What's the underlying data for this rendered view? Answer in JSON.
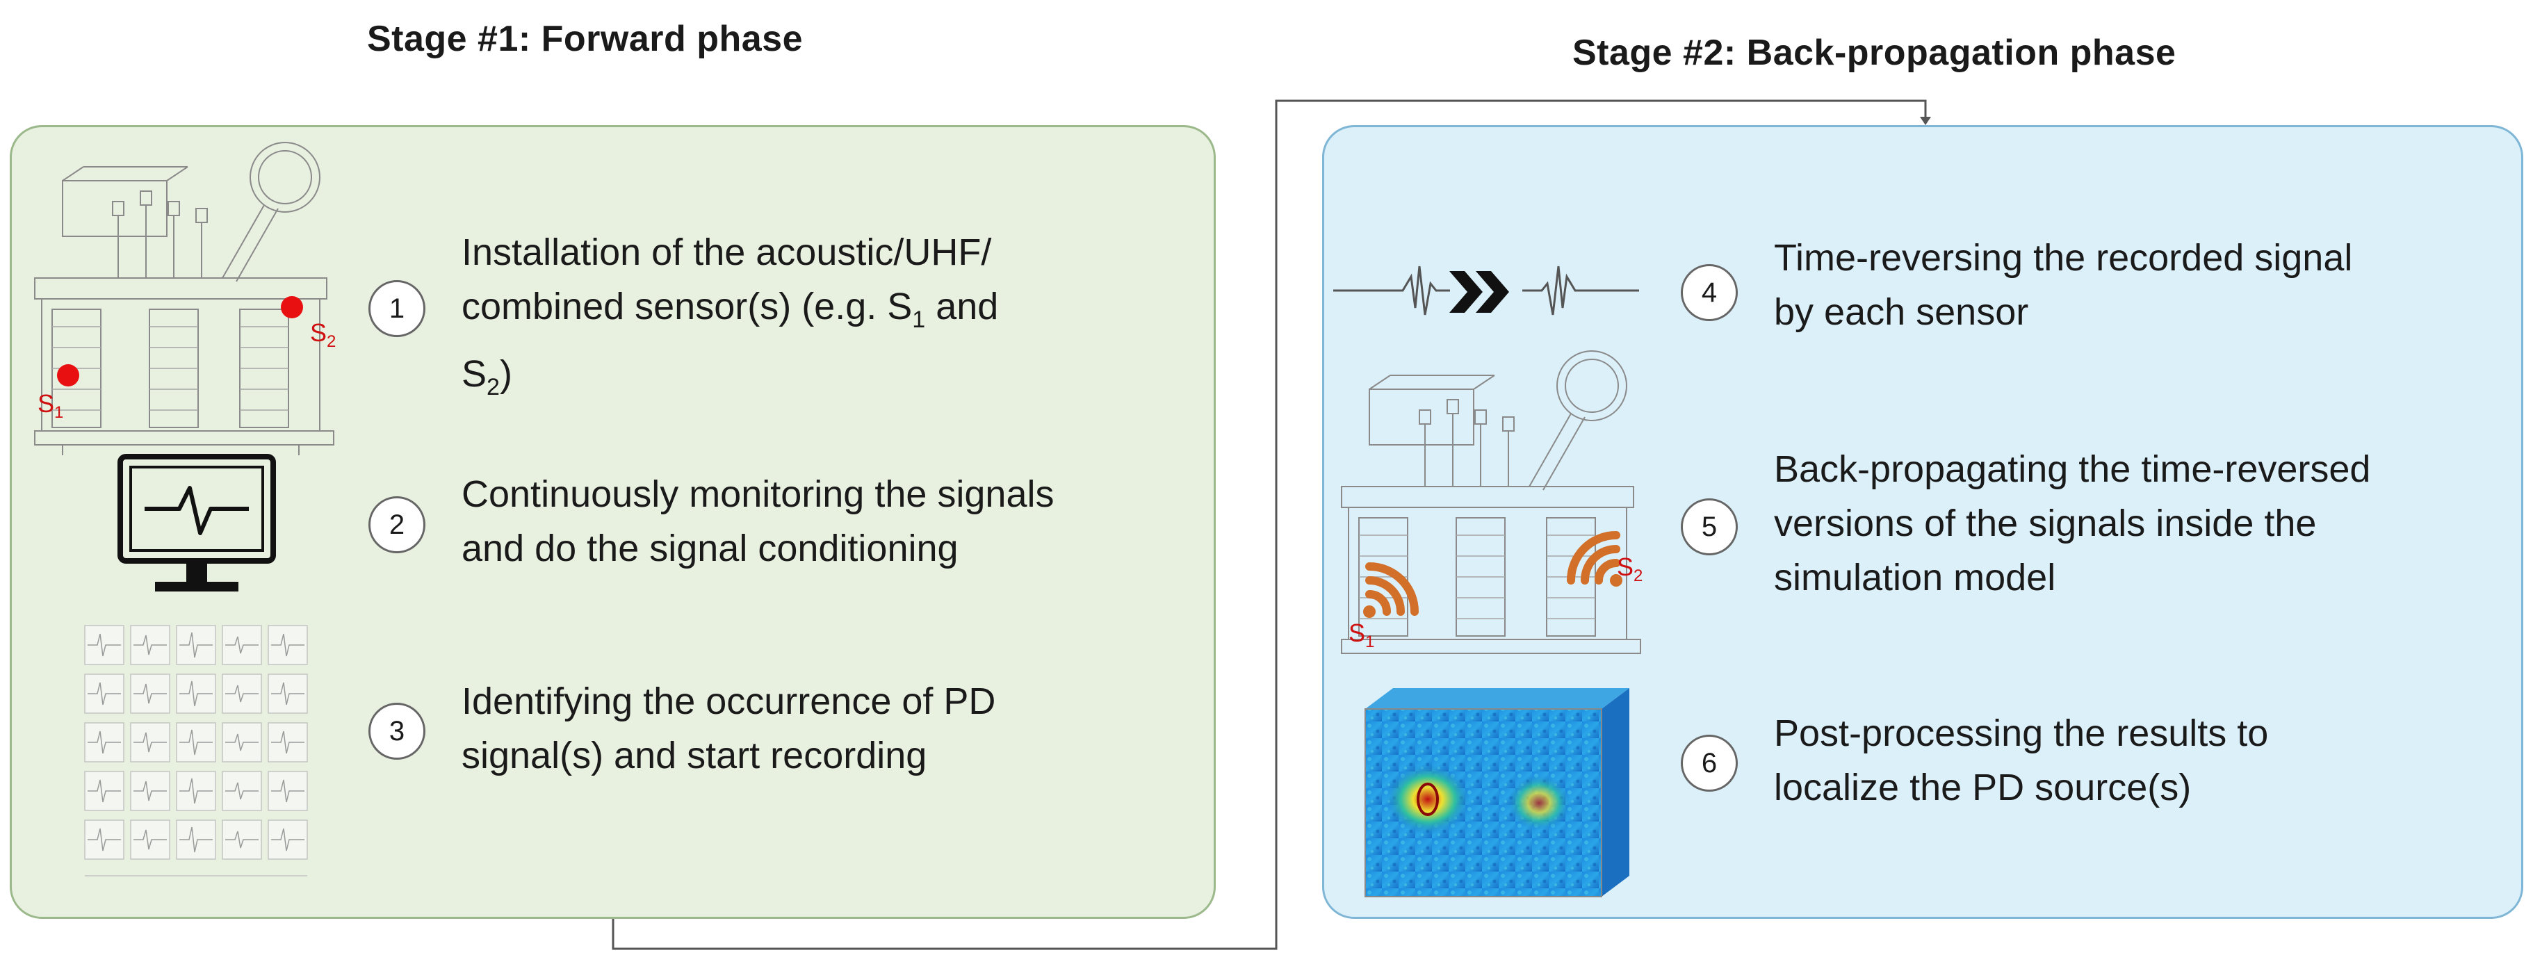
{
  "stage1": {
    "title": "Stage #1: Forward phase",
    "steps": [
      {
        "num": "1",
        "text_a": "Installation of the acoustic/UHF/",
        "text_b": "combined sensor(s) (e.g. S",
        "sub1": "1",
        "text_c": " and",
        "text_d": "S",
        "sub2": "2",
        "text_e": ")"
      },
      {
        "num": "2",
        "line1": "Continuously monitoring the signals",
        "line2": "and do the signal conditioning"
      },
      {
        "num": "3",
        "line1": "Identifying the occurrence of PD",
        "line2": "signal(s) and start recording"
      }
    ],
    "sensor_labels": {
      "s1": "S",
      "s1_sub": "1",
      "s2": "S",
      "s2_sub": "2"
    }
  },
  "stage2": {
    "title": "Stage #2: Back-propagation phase",
    "steps": [
      {
        "num": "4",
        "line1": "Time-reversing the recorded signal",
        "line2": "by each sensor"
      },
      {
        "num": "5",
        "line1": "Back-propagating the time-reversed",
        "line2": "versions of the signals inside the",
        "line3": "simulation model"
      },
      {
        "num": "6",
        "line1": "Post-processing the results  to",
        "line2": "localize the PD source(s)"
      }
    ],
    "sensor_labels": {
      "s1": "S",
      "s1_sub": "1",
      "s2": "S",
      "s2_sub": "2"
    }
  },
  "colors": {
    "forward_panel": "#e8f0e0",
    "back_panel": "#dcf0fa",
    "sensor_dot": "#e81010",
    "wave_icon": "#d2702a"
  },
  "icons": [
    "transformer-icon",
    "monitor-icon",
    "signal-grid-icon",
    "waveform-icon",
    "double-chevron-icon",
    "heatmap-box-icon",
    "wave-emission-icon"
  ]
}
